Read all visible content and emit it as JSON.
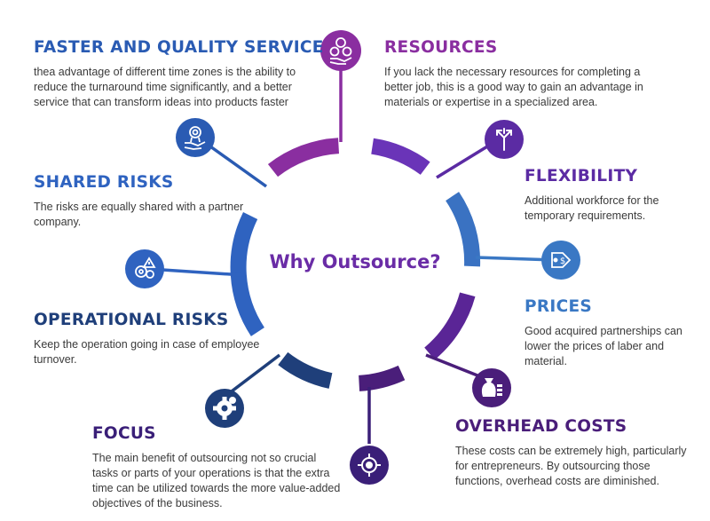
{
  "title": "Why Outsource?",
  "colors": {
    "purple": "#8a2ea0",
    "violet": "#6a2ca6",
    "blue": "#3a78c4",
    "navy": "#1f3f7a",
    "deep_purple": "#4a1e7a"
  },
  "items": [
    {
      "key": "faster",
      "heading": "FASTER AND QUALITY SERVICE",
      "body": "thea advantage of different time zones is the ability to reduce the turnaround time significantly, and a better service that can transform ideas into products faster",
      "icon": "hand-award-icon",
      "color": "#2a5bb3"
    },
    {
      "key": "resources",
      "heading": "RESOURCES",
      "body": "If you lack the necessary resources for completing a better job, this is a good way to gain an advantage in materials or expertise in a specialized area.",
      "icon": "hand-money-gear-icon",
      "color": "#8a2ea0"
    },
    {
      "key": "flexibility",
      "heading": "FLEXIBILITY",
      "body": "Additional workforce for the temporary requirements.",
      "icon": "split-arrows-icon",
      "color": "#5b2ba3"
    },
    {
      "key": "shared",
      "heading": "SHARED RISKS",
      "body": "The risks are equally shared with a partner company.",
      "icon": "hand-award-icon",
      "color": "#2f63c0"
    },
    {
      "key": "prices",
      "heading": "PRICES",
      "body": "Good acquired partnerships can lower the prices of laber and material.",
      "icon": "price-tag-icon",
      "color": "#3a78c4"
    },
    {
      "key": "operational",
      "heading": "OPERATIONAL RISKS",
      "body": "Keep the operation going in case of employee turnover.",
      "icon": "gears-warning-icon",
      "color": "#1f3f7a"
    },
    {
      "key": "overhead",
      "heading": "OVERHEAD COSTS",
      "body": "These costs can be extremely high, particularly for entrepreneurs. By outsourcing those functions, overhead costs are diminished.",
      "icon": "money-bag-icon",
      "color": "#4a1e7a"
    },
    {
      "key": "focus",
      "heading": "FOCUS",
      "body": "The main benefit of outsourcing not so crucial tasks or parts of your operations is that the extra time can be utilized towards the more value-added objectives of the business.",
      "icon": "target-icon",
      "color": "#3a1f78"
    }
  ]
}
